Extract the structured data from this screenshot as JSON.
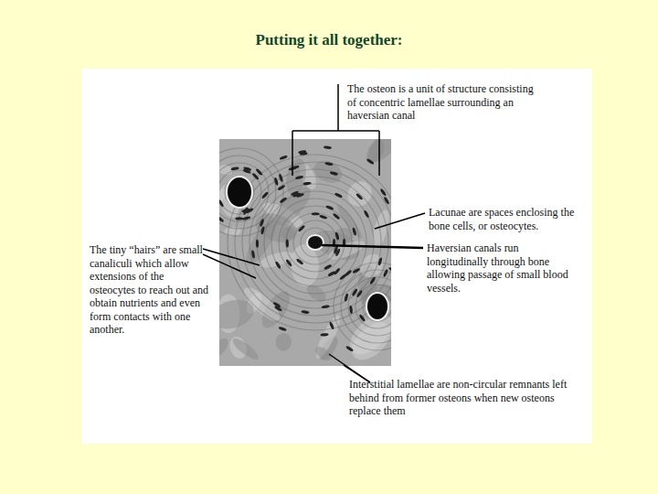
{
  "diagram": {
    "title": "Putting it all together:",
    "labels": [
      "The osteon is a unit of structure consisting of concentric lamellae surrounding an haversian canal",
      "Lacunae are spaces enclosing the bone cells, or osteocytes.",
      "Haversian canals run longitudinally through bone allowing passage of small blood vessels.",
      "The tiny “hairs” are small canaliculi which allow extensions of the osteocytes to reach out and obtain nutrients and even form contacts with one another.",
      "Interstitial lamellae are non-circular remnants left behind from former osteons when new osteons replace them"
    ]
  }
}
